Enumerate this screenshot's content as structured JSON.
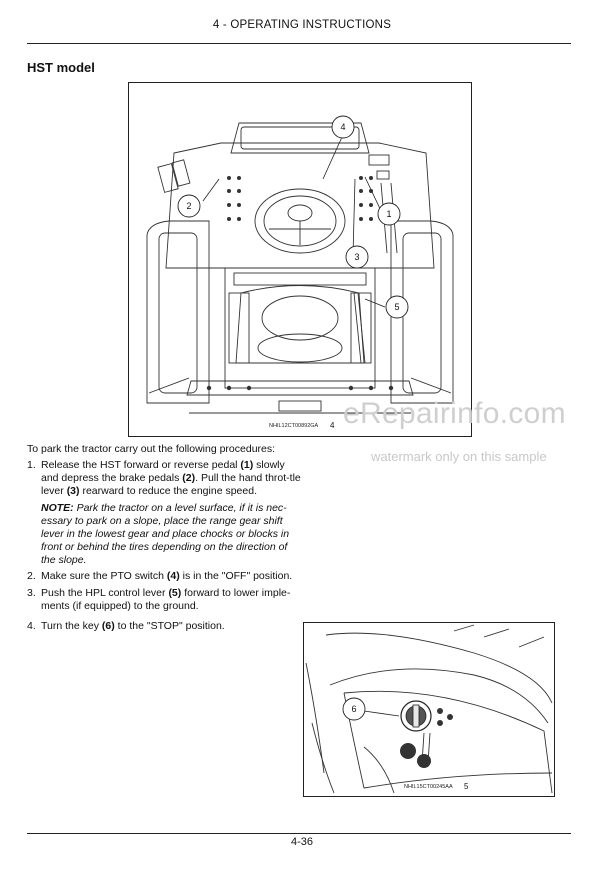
{
  "header": {
    "section": "4 - OPERATING INSTRUCTIONS"
  },
  "section_title": "HST model",
  "figure1": {
    "code": "NHIL12CT00892GA",
    "number": "4",
    "callouts": [
      "1",
      "2",
      "3",
      "4",
      "5"
    ]
  },
  "intro": "To park the tractor carry out the following procedures:",
  "steps": [
    {
      "num": "1.",
      "pre": "Release the HST forward or reverse pedal ",
      "ref1": "(1)",
      "mid": " slowly and depress the brake pedals ",
      "ref2": "(2)",
      "mid2": ". Pull the hand throt-tle lever ",
      "ref3": "(3)",
      "post": " rearward to reduce the engine speed."
    },
    {
      "num": "2.",
      "pre": "Make sure the PTO switch ",
      "ref1": "(4)",
      "post": " is in the \"OFF\" position."
    },
    {
      "num": "3.",
      "pre": "Push the HPL control lever ",
      "ref1": "(5)",
      "post": " forward to lower imple-ments (if equipped) to the ground."
    },
    {
      "num": "4.",
      "pre": "Turn the key ",
      "ref1": "(6)",
      "post": " to the \"STOP\" position."
    }
  ],
  "note": {
    "label": "NOTE:",
    "text": " Park the tractor on a level surface, if it is nec-essary to park on a slope, place the range gear shift lever in the lowest gear and place chocks or blocks in front or behind the tires depending on the direction of the slope."
  },
  "figure2": {
    "code": "NHIL15CT00245AA",
    "number": "5",
    "callout": "6"
  },
  "footer": {
    "page": "4-36"
  },
  "watermark": {
    "site": "eRepairinfo.com",
    "notice": "watermark only on this sample"
  }
}
